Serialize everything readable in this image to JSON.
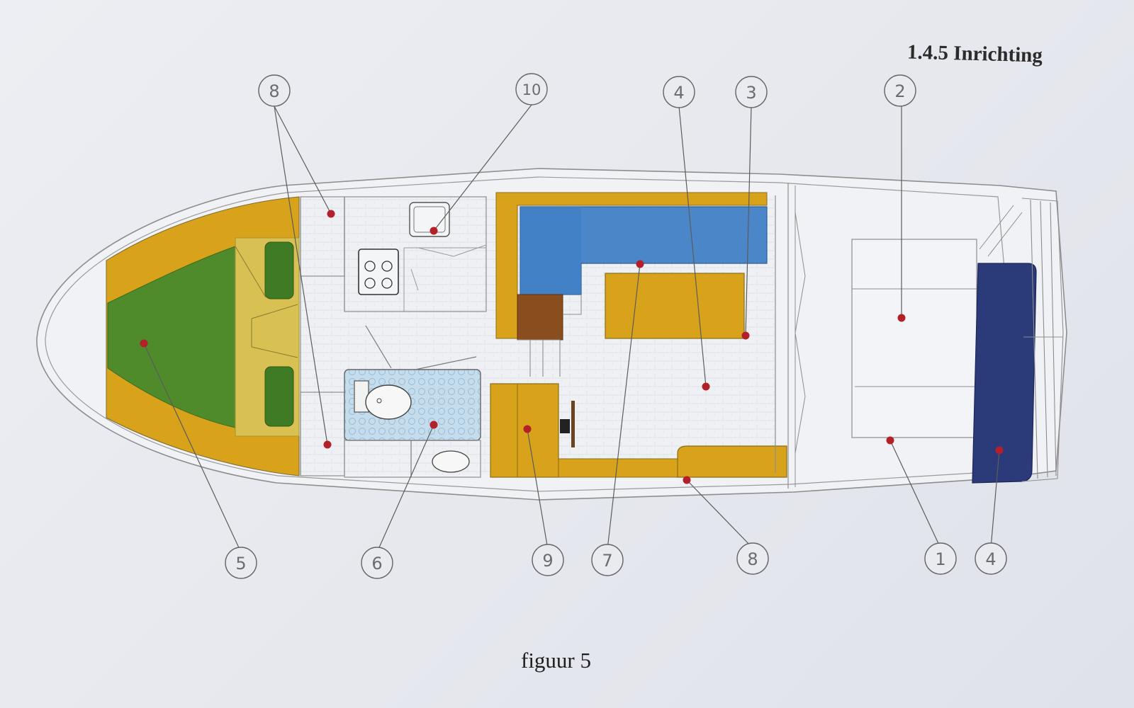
{
  "section_title": "1.4.5 Inrichting",
  "caption": "figuur 5",
  "callouts": {
    "c8_top": "8",
    "c10": "10",
    "c4_top": "4",
    "c3": "3",
    "c2": "2",
    "c5": "5",
    "c6": "6",
    "c9": "9",
    "c7": "7",
    "c8_bottom": "8",
    "c1": "1",
    "c4_bottom": "4"
  },
  "colors": {
    "paper": "#e8eaef",
    "outline": "#8a8a8a",
    "marker_dot": "#b3202a",
    "mustard": "#d9a21b",
    "green_bed": "#4f8a2b",
    "pale_yellow": "#d8c052",
    "light_blue": "#4a86c8",
    "dark_navy": "#2b3a78",
    "brown": "#8a4e1e",
    "shower_tile": "#bcd7e8"
  }
}
